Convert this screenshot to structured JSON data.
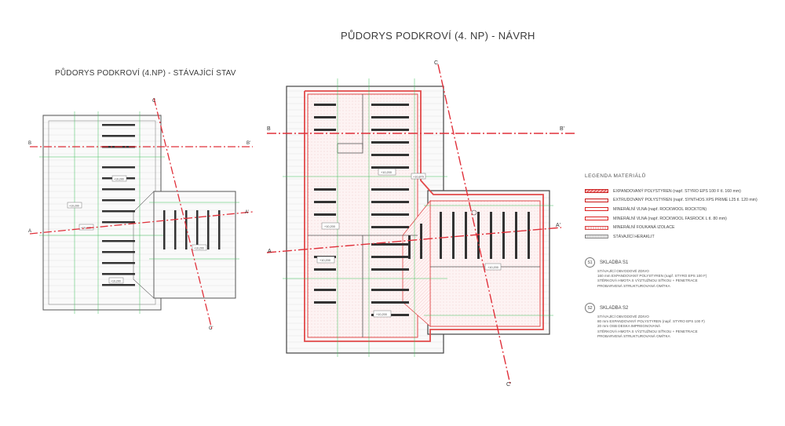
{
  "titles": {
    "main": "PŮDORYS PODKROVÍ (4. NP) - NÁVRH",
    "left": "PŮDORYS PODKROVÍ (4.NP) - STÁVAJÍCÍ STAV"
  },
  "section_marks": {
    "a": "A",
    "a_prime": "A'",
    "b": "B",
    "b_prime": "B'",
    "c": "C",
    "c_prime": "C'"
  },
  "room_labels": {
    "existing": [
      "+10,200",
      "+10,200",
      "+10,200",
      "+10,200",
      "+10,200"
    ],
    "proposed": [
      "+10,200",
      "+10,870",
      "+10,200",
      "+10,200",
      "+10,200",
      "+10,200"
    ]
  },
  "legend": {
    "heading": "LEGENDA MATERIÁLŮ",
    "items": [
      {
        "swatch": "eps",
        "label": "EXPANDOVANÝ POLYSTYREN (např. STYRO EPS 100 F tl. 160 mm)"
      },
      {
        "swatch": "xps",
        "label": "EXTRUDOVANÝ POLYSTYREN (např. SYNTHOS XPS PRIME L25 tl. 120 mm)"
      },
      {
        "swatch": "mw",
        "label": "MINERÁLNÍ VLNA (např. ROCKWOOL ROCKTON)"
      },
      {
        "swatch": "mw2",
        "label": "MINERÁLNÍ VLNA (např. ROCKWOOL FASROCK L tl. 80 mm)"
      },
      {
        "swatch": "blow",
        "label": "MINERÁLNÍ FOUKANÁ IZOLACE"
      },
      {
        "swatch": "her",
        "label": "STÁVAJÍCÍ HERAKLIT"
      }
    ]
  },
  "compositions": [
    {
      "badge": "S1",
      "title": "SKLADBA S1",
      "lines": [
        "STÁVAJÍCÍ OBVODOVÉ ZDIVO",
        "160 mm   EXPANDOVANÝ POLYSTYREN (např. STYRO EPS 100 F)",
        "STĚRKOVÁ HMOTA S VÝZTUŽNOU SÍŤKOU + PENETRACE",
        "PROBARVENÁ STRUKTUROVANÁ OMÍTKA"
      ]
    },
    {
      "badge": "S2",
      "title": "SKLADBA S2",
      "lines": [
        "STÁVAJÍCÍ OBVODOVÉ ZDIVO",
        "80 mm   EXPANDOVANÝ POLYSTYREN (např. STYRO EPS 100 F)",
        "20 mm   OSB DESKA IMPREGNOVANÁ",
        "STĚRKOVÁ HMOTA S VÝZTUŽNOU SÍŤKOU + PENETRACE",
        "PROBARVENÁ STRUKTUROVANÁ OMÍTKA"
      ]
    }
  ],
  "colors": {
    "section_line": "#e0303a",
    "grid_green": "#3fbf5a",
    "wall": "#444444",
    "insulation": "#e24a4a"
  }
}
